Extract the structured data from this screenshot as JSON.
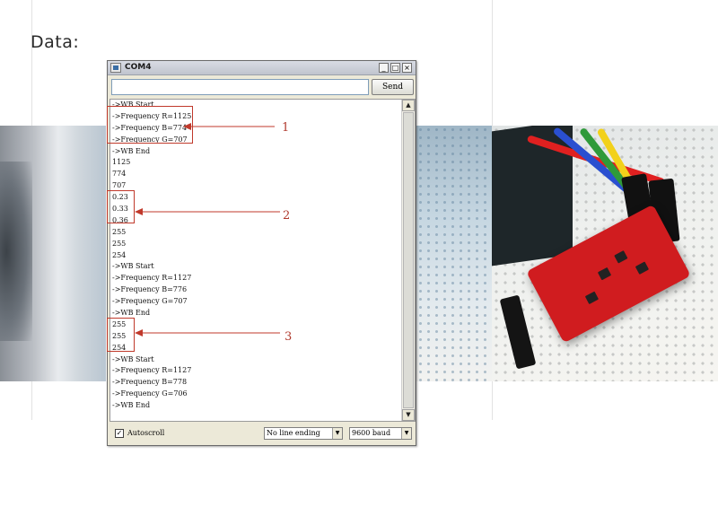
{
  "slide": {
    "title": "Data:"
  },
  "window": {
    "title": "COM4",
    "buttons": {
      "minimize": "_",
      "maximize": "□",
      "close": "×"
    },
    "send_label": "Send",
    "send_value": "",
    "output_lines": [
      "->WB Start",
      "->Frequency R=1125",
      "->Frequency B=774",
      "->Frequency G=707",
      "->WB End",
      "1125",
      "774",
      "707",
      "0.23",
      "0.33",
      "0.36",
      "255",
      "255",
      "254",
      "->WB Start",
      "->Frequency R=1127",
      "->Frequency B=776",
      "->Frequency G=707",
      "->WB End",
      "255",
      "255",
      "254",
      "->WB Start",
      "->Frequency R=1127",
      "->Frequency B=778",
      "->Frequency G=706",
      "->WB End"
    ],
    "autoscroll_label": "Autoscroll",
    "autoscroll_checked": true,
    "line_ending": "No line ending",
    "baud": "9600 baud"
  },
  "annotations": [
    {
      "number": "1"
    },
    {
      "number": "2"
    },
    {
      "number": "3"
    }
  ],
  "colors": {
    "annotation": "#c0392b",
    "pcb": "#d01c1f"
  },
  "icons": [
    "app-icon",
    "minimize-icon",
    "maximize-icon",
    "close-icon",
    "scroll-up-icon",
    "scroll-down-icon",
    "dropdown-arrow-icon"
  ]
}
